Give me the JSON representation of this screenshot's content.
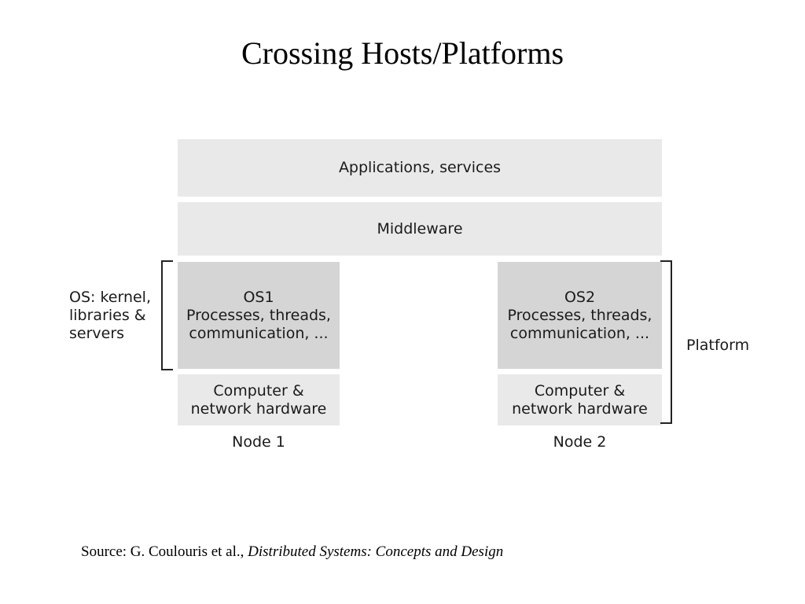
{
  "title": "Crossing Hosts/Platforms",
  "layers": {
    "applications": "Applications, services",
    "middleware": "Middleware"
  },
  "nodes": [
    {
      "os_name": "OS1",
      "os_line1": "Processes, threads,",
      "os_line2": "communication, ...",
      "hw_line1": "Computer &",
      "hw_line2": "network hardware",
      "label": "Node 1"
    },
    {
      "os_name": "OS2",
      "os_line1": "Processes, threads,",
      "os_line2": "communication, ...",
      "hw_line1": "Computer &",
      "hw_line2": "network hardware",
      "label": "Node 2"
    }
  ],
  "side_labels": {
    "os_line1": "OS: kernel,",
    "os_line2": "libraries &",
    "os_line3": "servers",
    "platform": "Platform"
  },
  "source": {
    "prefix": "Source: G. Coulouris et al., ",
    "book": "Distributed Systems: Concepts and Design"
  },
  "colors": {
    "light_box": "#e9e9e9",
    "dark_box": "#d5d5d5"
  }
}
